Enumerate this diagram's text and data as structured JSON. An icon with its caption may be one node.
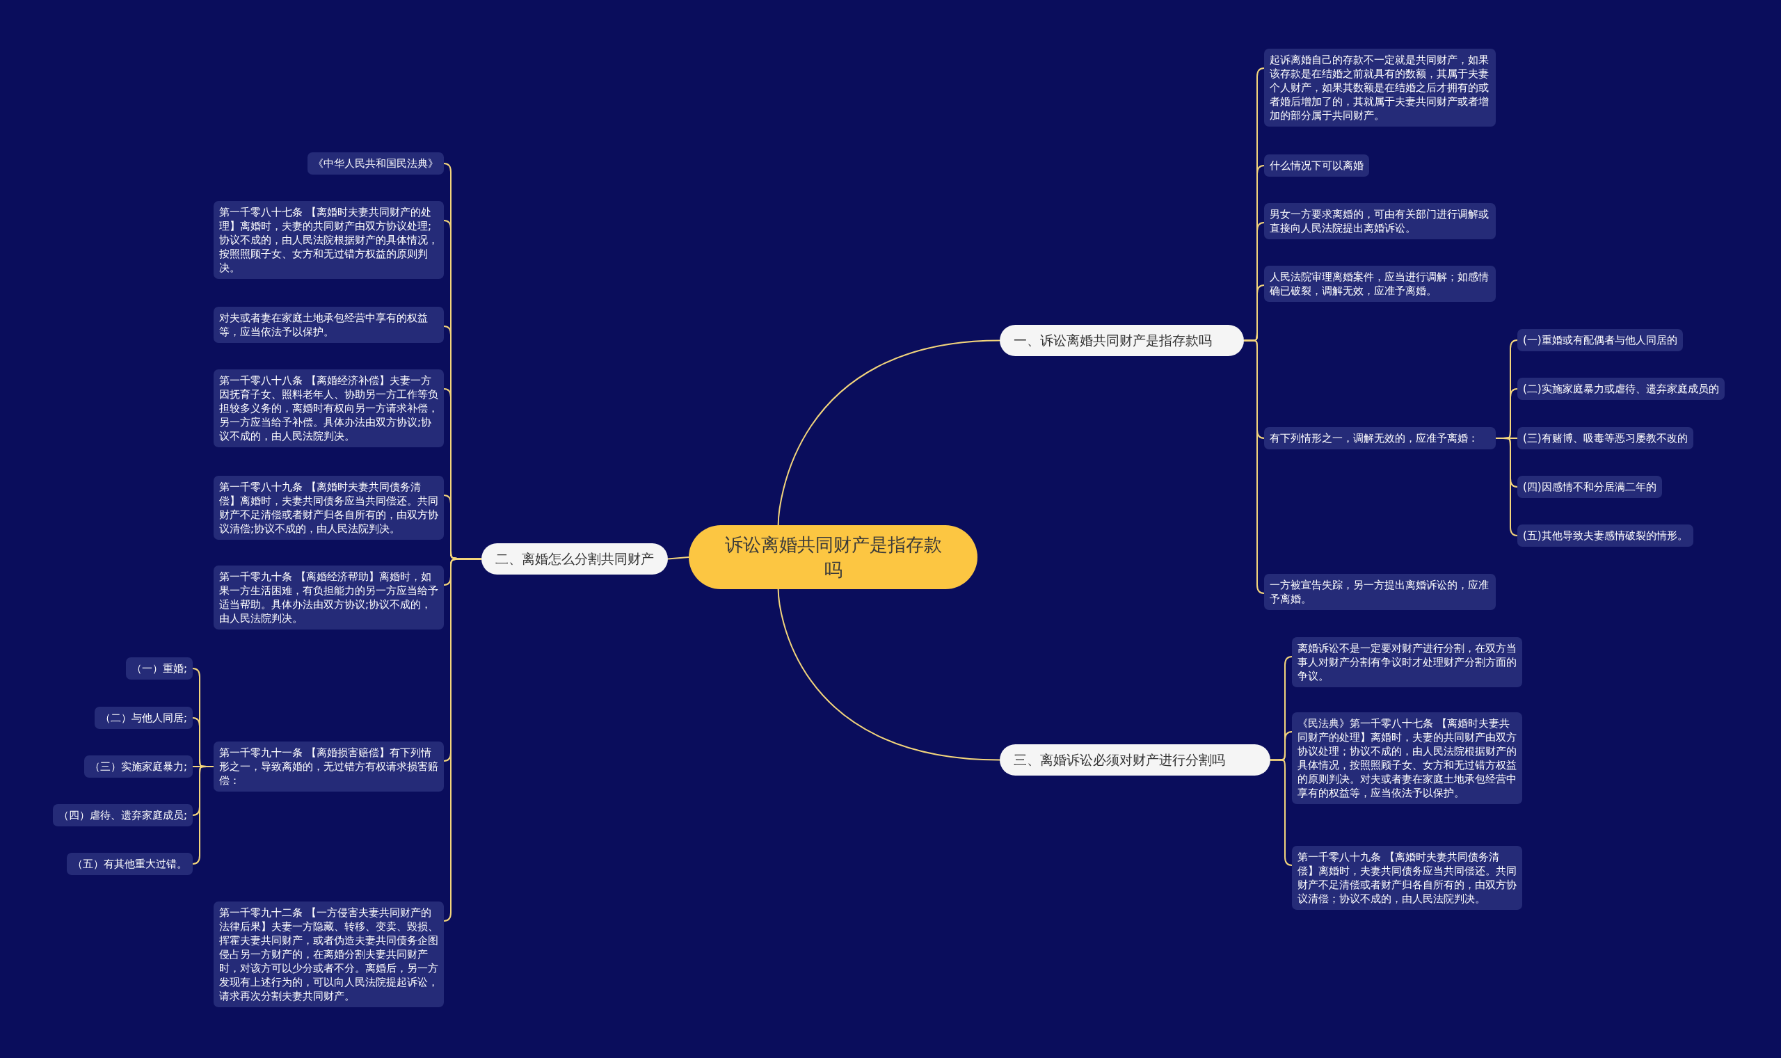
{
  "diagram": {
    "nodes": [
      {
        "text": [
          "诉讼离婚共同财产是指存款吗"
        ]
      },
      {
        "text": [
          "一、诉讼离婚共同财产是指存款吗"
        ]
      },
      {
        "text": [
          "起诉离婚自己的存款不一定就是共同财产，如果该存款是在结婚之前就具有的数额，其属于夫妻个人财产，如果其数额是在结婚之后才拥有的或者婚后增加了的，其就属于夫妻共同财产或者增加的部分属于共同财产。"
        ]
      },
      {
        "text": [
          "什么情况下可以离婚"
        ]
      },
      {
        "text": [
          "男女一方要求离婚的，可由有关部门进行调解或直接向人民法院提出离婚诉讼。"
        ]
      },
      {
        "text": [
          "人民法院审理离婚案件，应当进行调解；如感情确已破裂，调解无效，应准予离婚。"
        ]
      },
      {
        "text": [
          "有下列情形之一，调解无效的，应准予离婚："
        ]
      },
      {
        "text": [
          "(一)重婚或有配偶者与他人同居的"
        ]
      },
      {
        "text": [
          "(二)实施家庭暴力或虐待、遗弃家庭成员的"
        ]
      },
      {
        "text": [
          "(三)有赌博、吸毒等恶习屡教不改的"
        ]
      },
      {
        "text": [
          "(四)因感情不和分居满二年的"
        ]
      },
      {
        "text": [
          "(五)其他导致夫妻感情破裂的情形。"
        ]
      },
      {
        "text": [
          "一方被宣告失踪，另一方提出离婚诉讼的，应准予离婚。"
        ]
      },
      {
        "text": [
          "二、离婚怎么分割共同财产"
        ]
      },
      {
        "text": [
          "《中华人民共和国民法典》"
        ]
      },
      {
        "text": [
          "第一千零八十七条 【离婚时夫妻共同财产的处理】离婚时，夫妻的共同财产由双方协议处理;协议不成的，由人民法院根据财产的具体情况，按照照顾子女、女方和无过错方权益的原则判决。"
        ]
      },
      {
        "text": [
          "对夫或者妻在家庭土地承包经营中享有的权益等，应当依法予以保护。"
        ]
      },
      {
        "text": [
          "第一千零八十八条 【离婚经济补偿】夫妻一方因抚育子女、照料老年人、协助另一方工作等负担较多义务的，离婚时有权向另一方请求补偿，另一方应当给予补偿。具体办法由双方协议;协议不成的，由人民法院判决。"
        ]
      },
      {
        "text": [
          "第一千零八十九条 【离婚时夫妻共同债务清偿】离婚时，夫妻共同债务应当共同偿还。共同财产不足清偿或者财产归各自所有的，由双方协议清偿;协议不成的，由人民法院判决。"
        ]
      },
      {
        "text": [
          "第一千零九十条 【离婚经济帮助】离婚时，如果一方生活困难，有负担能力的另一方应当给予适当帮助。具体办法由双方协议;协议不成的，由人民法院判决。"
        ]
      },
      {
        "text": [
          "第一千零九十一条 【离婚损害赔偿】有下列情形之一，导致离婚的，无过错方有权请求损害赔偿："
        ]
      },
      {
        "text": [
          "（一）重婚;"
        ]
      },
      {
        "text": [
          "（二）与他人同居;"
        ]
      },
      {
        "text": [
          "（三）实施家庭暴力;"
        ]
      },
      {
        "text": [
          "（四）虐待、遗弃家庭成员;"
        ]
      },
      {
        "text": [
          "（五）有其他重大过错。"
        ]
      },
      {
        "text": [
          "第一千零九十二条 【一方侵害夫妻共同财产的法律后果】夫妻一方隐藏、转移、变卖、毁损、挥霍夫妻共同财产，或者伪造夫妻共同债务企图侵占另一方财产的，在离婚分割夫妻共同财产时，对该方可以少分或者不分。离婚后，另一方发现有上述行为的，可以向人民法院提起诉讼，请求再次分割夫妻共同财产。"
        ]
      },
      {
        "text": [
          "三、离婚诉讼必须对财产进行分割吗"
        ]
      },
      {
        "text": [
          "离婚诉讼不是一定要对财产进行分割，在双方当事人对财产分割有争议时才处理财产分割方面的争议。"
        ]
      },
      {
        "text": [
          "《民法典》第一千零八十七条 【离婚时夫妻共同财产的处理】离婚时，夫妻的共同财产由双方协议处理；协议不成的，由人民法院根据财产的具体情况，按照照顾子女、女方和无过错方权益的原则判决。对夫或者妻在家庭土地承包经营中享有的权益等，应当依法予以保护。"
        ]
      },
      {
        "text": [
          "第一千零八十九条 【离婚时夫妻共同债务清偿】离婚时，夫妻共同债务应当共同偿还。共同财产不足清偿或者财产归各自所有的，由双方协议清偿；协议不成的，由人民法院判决。"
        ]
      }
    ],
    "edges": [
      {
        "from": 0,
        "to": 1,
        "arrow": "none"
      },
      {
        "from": 0,
        "to": 13,
        "arrow": "none"
      },
      {
        "from": 0,
        "to": 27,
        "arrow": "none"
      },
      {
        "from": 1,
        "to": 2,
        "arrow": "none"
      },
      {
        "from": 1,
        "to": 3,
        "arrow": "none"
      },
      {
        "from": 1,
        "to": 4,
        "arrow": "none"
      },
      {
        "from": 1,
        "to": 5,
        "arrow": "none"
      },
      {
        "from": 1,
        "to": 6,
        "arrow": "none"
      },
      {
        "from": 1,
        "to": 12,
        "arrow": "none"
      },
      {
        "from": 6,
        "to": 7,
        "arrow": "none"
      },
      {
        "from": 6,
        "to": 8,
        "arrow": "none"
      },
      {
        "from": 6,
        "to": 9,
        "arrow": "none"
      },
      {
        "from": 6,
        "to": 10,
        "arrow": "none"
      },
      {
        "from": 6,
        "to": 11,
        "arrow": "none"
      },
      {
        "from": 13,
        "to": 14,
        "arrow": "none"
      },
      {
        "from": 13,
        "to": 15,
        "arrow": "none"
      },
      {
        "from": 13,
        "to": 16,
        "arrow": "none"
      },
      {
        "from": 13,
        "to": 17,
        "arrow": "none"
      },
      {
        "from": 13,
        "to": 18,
        "arrow": "none"
      },
      {
        "from": 13,
        "to": 19,
        "arrow": "none"
      },
      {
        "from": 13,
        "to": 20,
        "arrow": "none"
      },
      {
        "from": 13,
        "to": 26,
        "arrow": "none"
      },
      {
        "from": 20,
        "to": 21,
        "arrow": "none"
      },
      {
        "from": 20,
        "to": 22,
        "arrow": "none"
      },
      {
        "from": 20,
        "to": 23,
        "arrow": "none"
      },
      {
        "from": 20,
        "to": 24,
        "arrow": "none"
      },
      {
        "from": 20,
        "to": 25,
        "arrow": "none"
      },
      {
        "from": 27,
        "to": 28,
        "arrow": "none"
      },
      {
        "from": 27,
        "to": 29,
        "arrow": "none"
      },
      {
        "from": 27,
        "to": 30,
        "arrow": "none"
      }
    ]
  }
}
